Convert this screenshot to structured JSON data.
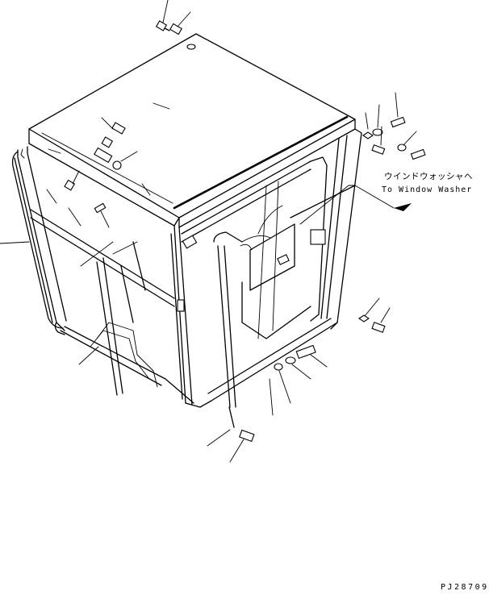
{
  "diagram": {
    "callout_label_jp": "ウインドウォッシャヘ",
    "callout_label_en": "To Window Washer",
    "figure_code": "PJ28709"
  }
}
